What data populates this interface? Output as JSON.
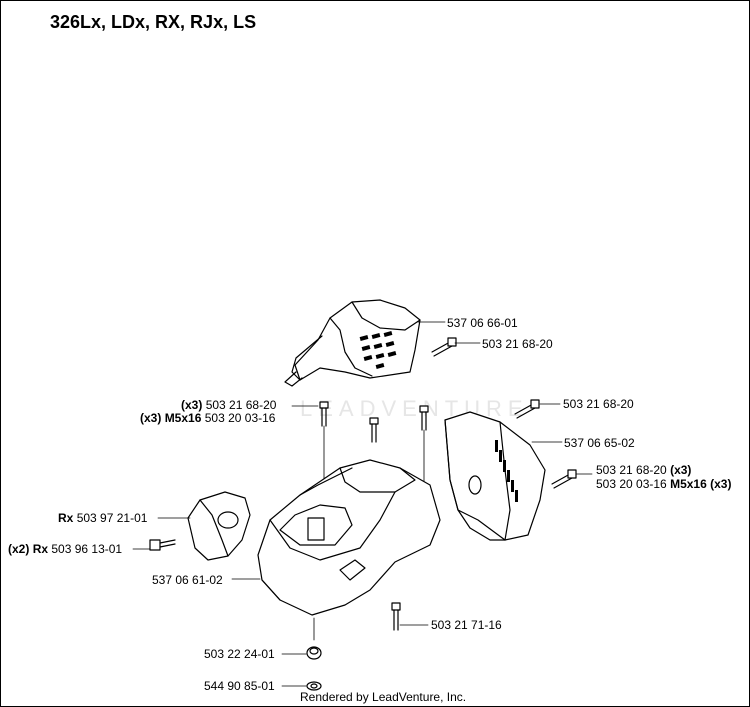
{
  "title": "326Lx, LDx, RX, RJx, LS",
  "watermark": "LEADVENTURE",
  "footer": "Rendered by LeadVenture, Inc.",
  "parts": {
    "top_cover": {
      "number": "537 06 66-01"
    },
    "top_screw": {
      "number": "503 21 68-20"
    },
    "left_screws": {
      "qty1": "(x3)",
      "number1": "503 21 68-20",
      "qty2": "(x3)",
      "spec2": "M5x16",
      "number2": "503 20 03-16"
    },
    "right_screw_top": {
      "number": "503 21 68-20"
    },
    "muffler_cover": {
      "number": "537 06 65-02"
    },
    "right_screws": {
      "number1": "503 21 68-20",
      "qty1": "(x3)",
      "number2": "503 20 03-16",
      "spec2": "M5x16",
      "qty2": "(x3)"
    },
    "air_filter": {
      "model": "Rx",
      "number": "503 97 21-01"
    },
    "air_screw": {
      "qty": "(x2)",
      "model": "Rx",
      "number": "503 96 13-01"
    },
    "engine_cover": {
      "number": "537 06 61-02"
    },
    "bottom_screw": {
      "number": "503 21 71-16"
    },
    "washer": {
      "number": "503 22 24-01"
    },
    "nut": {
      "number": "544 90 85-01"
    }
  }
}
